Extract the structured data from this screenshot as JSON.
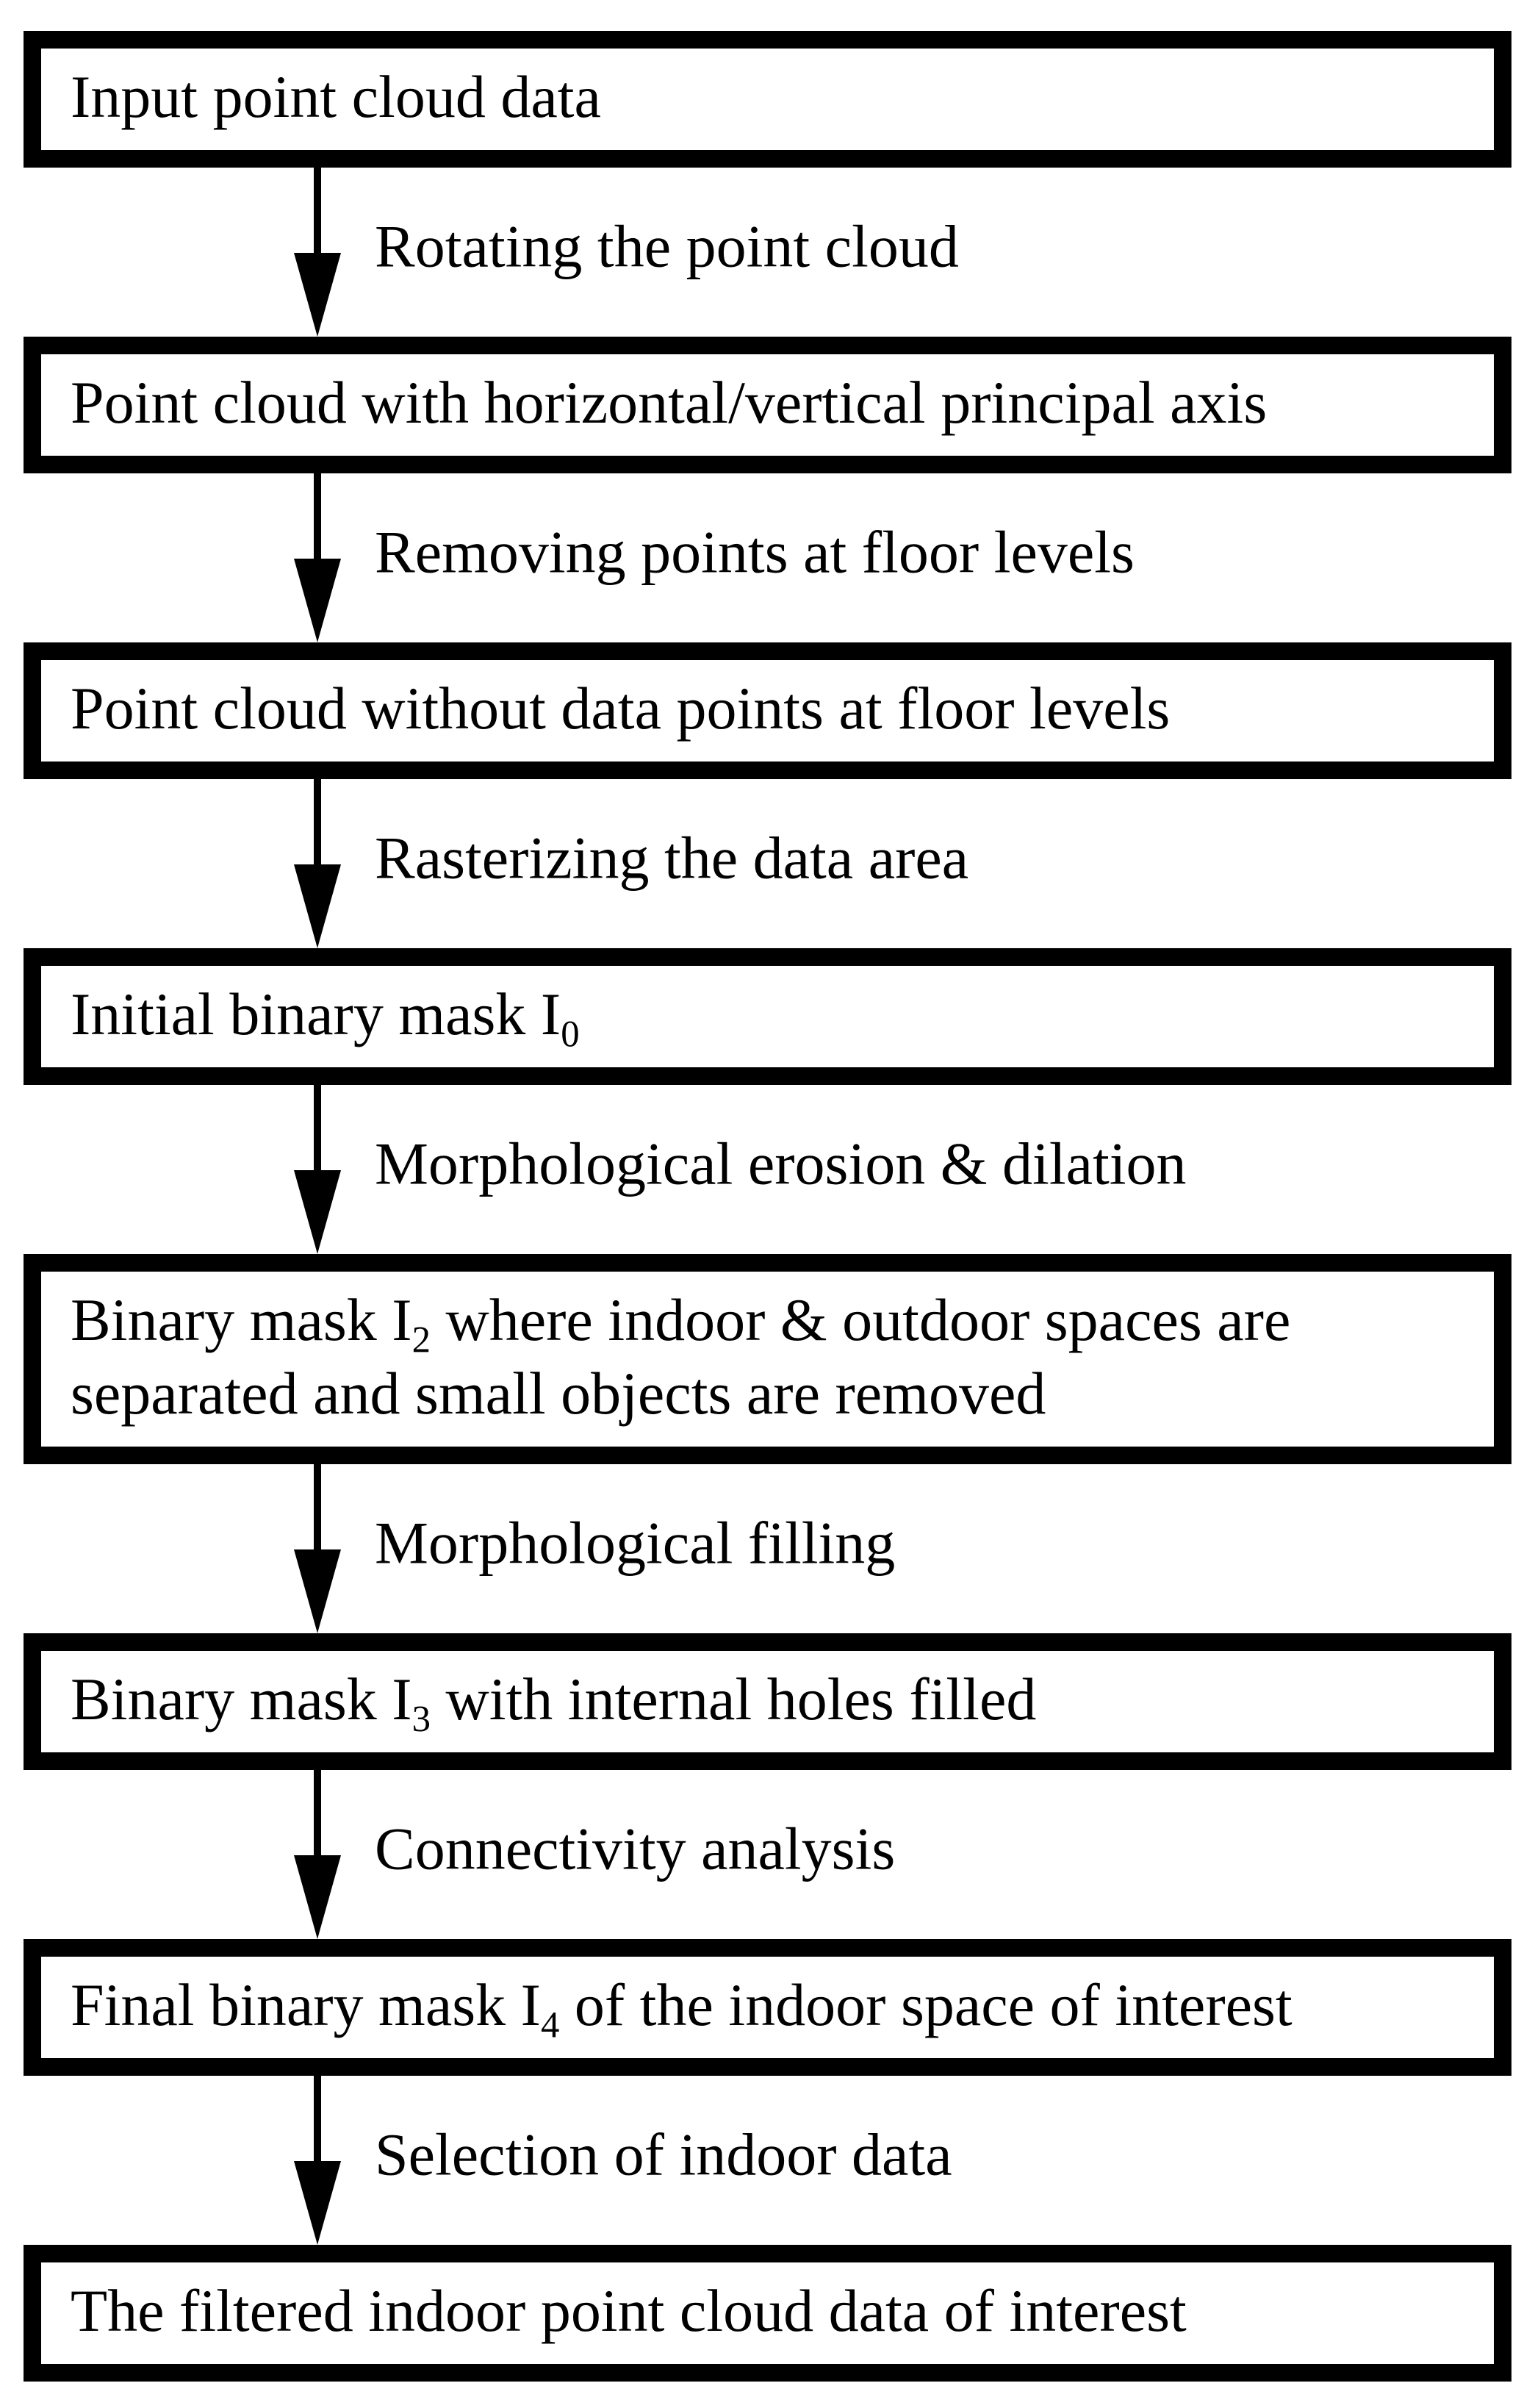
{
  "flow": {
    "boxes": [
      {
        "pre": "Input point cloud data",
        "sub": "",
        "post": ""
      },
      {
        "pre": "Point cloud with horizontal/vertical principal axis",
        "sub": "",
        "post": ""
      },
      {
        "pre": "Point cloud without data points at floor levels",
        "sub": "",
        "post": ""
      },
      {
        "pre": "Initial binary mask I",
        "sub": "0",
        "post": ""
      },
      {
        "pre": "Binary mask I",
        "sub": "2",
        "post": " where indoor & outdoor spaces are separated and small objects are removed"
      },
      {
        "pre": "Binary mask I",
        "sub": "3",
        "post": " with internal holes filled"
      },
      {
        "pre": "Final binary mask I",
        "sub": "4",
        "post": " of the indoor space of interest"
      },
      {
        "pre": "The filtered indoor point cloud data of interest",
        "sub": "",
        "post": ""
      }
    ],
    "arrows": [
      {
        "label": "Rotating the point cloud"
      },
      {
        "label": "Removing points at floor levels"
      },
      {
        "label": "Rasterizing the data area"
      },
      {
        "label": "Morphological erosion & dilation"
      },
      {
        "label": "Morphological filling"
      },
      {
        "label": "Connectivity analysis"
      },
      {
        "label": "Selection of indoor data"
      }
    ],
    "colors": {
      "line": "#000000",
      "background": "#ffffff",
      "text": "#000000"
    }
  }
}
